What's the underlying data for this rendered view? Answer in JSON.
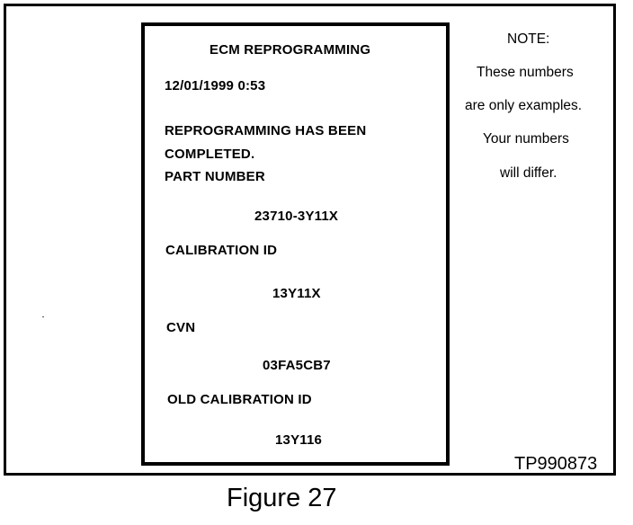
{
  "printout": {
    "title": "ECM REPROGRAMMING",
    "datetime": "12/01/1999 0:53",
    "status_line1": "REPROGRAMMING HAS BEEN",
    "status_line2": "COMPLETED.",
    "part_number_label": "PART NUMBER",
    "part_number_value": "23710-3Y11X",
    "calibration_id_label": "CALIBRATION ID",
    "calibration_id_value": "13Y11X",
    "cvn_label": "CVN",
    "cvn_value": "03FA5CB7",
    "old_calibration_id_label": "OLD CALIBRATION ID",
    "old_calibration_id_value": "13Y116"
  },
  "note": {
    "heading": "NOTE:",
    "line1": "These numbers",
    "line2": "are only examples.",
    "line3": "Your numbers",
    "line4": "will differ."
  },
  "figure_code": "TP990873",
  "caption": "Figure 27"
}
